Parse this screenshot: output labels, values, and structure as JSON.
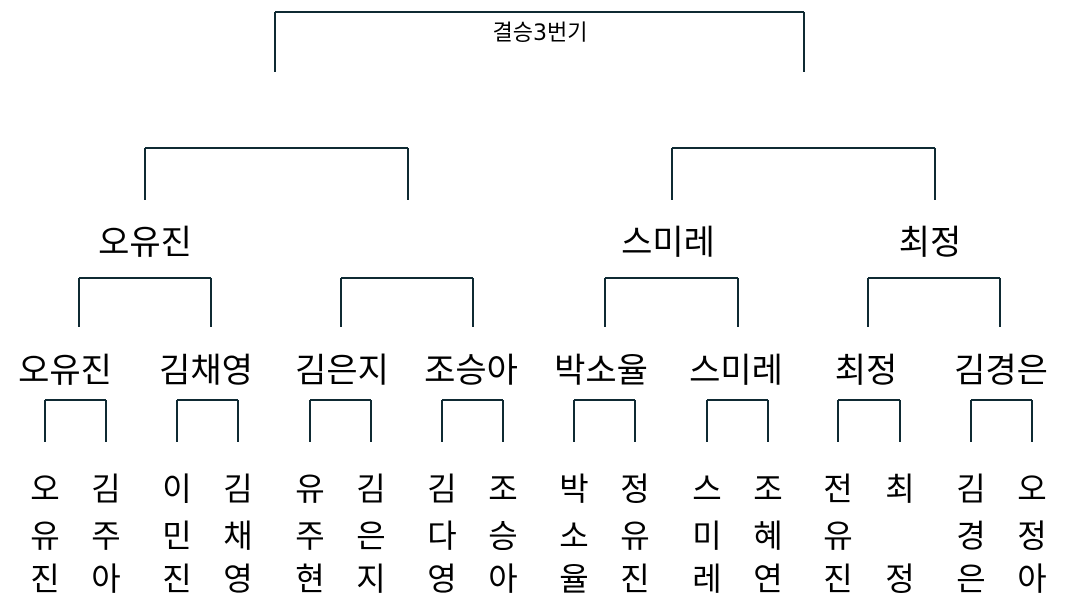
{
  "title": "결승3번기",
  "round2": [
    {
      "name": "오유진"
    },
    {
      "name": ""
    },
    {
      "name": "스미레"
    },
    {
      "name": "최정"
    }
  ],
  "round1": [
    {
      "name": "오유진"
    },
    {
      "name": "김채영"
    },
    {
      "name": "김은지"
    },
    {
      "name": "조승아"
    },
    {
      "name": "박소율"
    },
    {
      "name": "스미레"
    },
    {
      "name": "최정"
    },
    {
      "name": "김경은"
    }
  ],
  "players": [
    {
      "chars": [
        "오",
        "유",
        "진"
      ]
    },
    {
      "chars": [
        "김",
        "주",
        "아"
      ]
    },
    {
      "chars": [
        "이",
        "민",
        "진"
      ]
    },
    {
      "chars": [
        "김",
        "채",
        "영"
      ]
    },
    {
      "chars": [
        "유",
        "주",
        "현"
      ]
    },
    {
      "chars": [
        "김",
        "은",
        "지"
      ]
    },
    {
      "chars": [
        "김",
        "다",
        "영"
      ]
    },
    {
      "chars": [
        "조",
        "승",
        "아"
      ]
    },
    {
      "chars": [
        "박",
        "소",
        "율"
      ]
    },
    {
      "chars": [
        "정",
        "유",
        "진"
      ]
    },
    {
      "chars": [
        "스",
        "미",
        "레"
      ]
    },
    {
      "chars": [
        "조",
        "혜",
        "연"
      ]
    },
    {
      "chars": [
        "전",
        "유",
        "진"
      ]
    },
    {
      "chars": [
        "최",
        "",
        "정"
      ]
    },
    {
      "chars": [
        "김",
        "경",
        "은"
      ]
    },
    {
      "chars": [
        "오",
        "정",
        "아"
      ]
    }
  ],
  "colors": {
    "line": "#0f2a33",
    "text": "#000000",
    "background": "#ffffff"
  }
}
